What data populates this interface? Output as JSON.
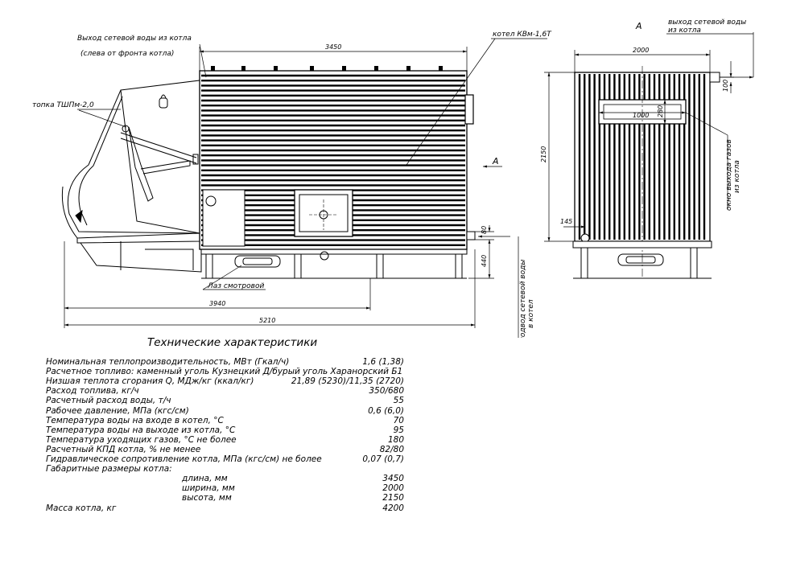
{
  "labels": {
    "outlet_top_left": "Выход сетевой воды  из котла",
    "outlet_top_left_note": "(слева от фронта котла)",
    "boiler": "котел КВм-1,6Т",
    "furnace": "топка ТШПм-2,0",
    "manhole": "Лаз смотровой",
    "view_a_title": "А",
    "arrow_a": "А",
    "outlet_right": "выход сетевой воды",
    "outlet_right_2": "из котла",
    "gas_window": "окно выхода газов",
    "gas_window_2": "из котла",
    "inlet": "подвод сетевой воды",
    "inlet_2": "в котел"
  },
  "dimensions": {
    "length_top": "3450",
    "lower_3940": "3940",
    "lower_5210": "5210",
    "h_80": "80",
    "h_440": "440",
    "width_2000": "2000",
    "height_2150": "2150",
    "d_100": "100",
    "d_1000": "1000",
    "d_280": "280",
    "d_145": "145"
  },
  "specs": {
    "title": "Технические характеристики",
    "rows": [
      {
        "label": "Номинальная теплопроизводительность, МВт (Гкал/ч)",
        "value": "1,6 (1,38)",
        "sub": false
      },
      {
        "label": "Расчетное топливо:       каменный уголь Кузнецкий Д/бурый уголь Харанорский Б1",
        "value": "",
        "sub": false
      },
      {
        "label": "Низшая теплота сгорания Q, МДж/кг (ккал/кг)",
        "value": "21,89 (5230)/11,35 (2720)",
        "sub": false
      },
      {
        "label": "Расход топлива, кг/ч",
        "value": "350/680",
        "sub": false
      },
      {
        "label": "Расчетный расход воды, т/ч",
        "value": "55",
        "sub": false
      },
      {
        "label": "Рабочее давление, МПа (кгс/см)",
        "value": "0,6 (6,0)",
        "sub": false
      },
      {
        "label": "Температура воды на входе в котел, °С",
        "value": "70",
        "sub": false
      },
      {
        "label": "Температура воды на выходе из котла, °С",
        "value": "95",
        "sub": false
      },
      {
        "label": "Температура уходящих газов, °С не более",
        "value": "180",
        "sub": false
      },
      {
        "label": "Расчетный КПД котла, % не менее",
        "value": "82/80",
        "sub": false
      },
      {
        "label": "Гидравлическое сопротивление котла, МПа (кгс/см) не более",
        "value": "0,07 (0,7)",
        "sub": false
      },
      {
        "label": "Габаритные размеры котла:",
        "value": "",
        "sub": false
      },
      {
        "label": "длина, мм",
        "value": "3450",
        "sub": true
      },
      {
        "label": "ширина, мм",
        "value": "2000",
        "sub": true
      },
      {
        "label": "высота, мм",
        "value": "2150",
        "sub": true
      },
      {
        "label": "Масса котла, кг",
        "value": "4200",
        "sub": false
      }
    ]
  }
}
